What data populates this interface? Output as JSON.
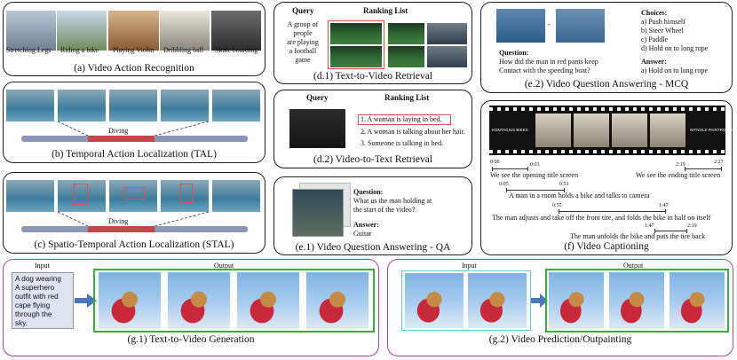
{
  "a": {
    "labels": [
      "Stretching Legs",
      "Riding a bike",
      "Playing Violin",
      "Dribbling ball",
      "Skate boarding"
    ],
    "caption": "(a) Video Action Recognition"
  },
  "b": {
    "bar_label": "Diving",
    "caption": "(b) Temporal Action Localization (TAL)"
  },
  "c": {
    "bar_label": "Diving",
    "caption": "(c) Spatio-Temporal Action Localization (STAL)"
  },
  "d1": {
    "query_header": "Query",
    "ranking_header": "Ranking List",
    "query_lines": [
      "A group of",
      "people",
      "are playing",
      "a football",
      "game"
    ],
    "caption": "(d.1) Text-to-Video Retrieval"
  },
  "d2": {
    "query_header": "Query",
    "ranking_header": "Ranking List",
    "items": [
      "1. A woman is laying in bed.",
      "2. A woman is talking about her hair.",
      "3. Someone is talking in bed."
    ],
    "caption": "(d.2) Video-to-Text Retrieval"
  },
  "e1": {
    "question_label": "Question:",
    "question_lines": [
      "What us the man holding at",
      "the start of the video?"
    ],
    "answer_label": "Answer:",
    "answer": "Guitar",
    "caption": "(e.1) Video Question Answering - QA"
  },
  "e2": {
    "question_label": "Question:",
    "question_lines": [
      "How did the man in red pants keep",
      "Contact with the speeding boat?"
    ],
    "choices_label": "Choices:",
    "choices": [
      "a) Push himself",
      "b) Steer Wheel",
      "c) Paddle",
      "d) Hold on to long rope"
    ],
    "answer_label": "Answer:",
    "answer": "a) Hold on to long rope",
    "caption": "(e.2) Video Question Answering - MCQ"
  },
  "f": {
    "strip_left": "KONTAGIUS BIKES",
    "strip_right": "NITNOLE PAINTROOM",
    "times": {
      "t0": "0:00",
      "t1": "0:03",
      "t2": "2:19",
      "t3": "2:27",
      "t4": "0:05",
      "t5": "0:51",
      "t6": "0:55",
      "t7": "1:47",
      "t8": "1:47",
      "t9": "2:19"
    },
    "captions": [
      "We see the opening title screen",
      "We see the ending title screen",
      "A man in a room holds a bike and talks to camera",
      "The man adjusts and take  off the front tire, and folds the bike in half on itself",
      "The man unfolds the bike and puts the tire back"
    ],
    "caption": "(f) Video Captioning"
  },
  "g1": {
    "input_label": "Input",
    "output_label": "Output",
    "prompt_lines": [
      "A dog wearing",
      "A superhero",
      "outfit with red",
      "cape flying",
      "through the",
      "sky."
    ],
    "caption": "(g.1) Text-to-Video Generation"
  },
  "g2": {
    "input_label": "Input",
    "output_label": "Output",
    "caption": "(g.2) Video Prediction/Outpainting"
  },
  "colors": {
    "highlight": "#d9534f",
    "timeline_bar": "#8a96b4",
    "timeline_red": "#c6464a",
    "input_box": "#5fc7d1",
    "output_box": "#3cae3c",
    "arrow": "#4b77b8",
    "g_border": "#a24d9b"
  }
}
